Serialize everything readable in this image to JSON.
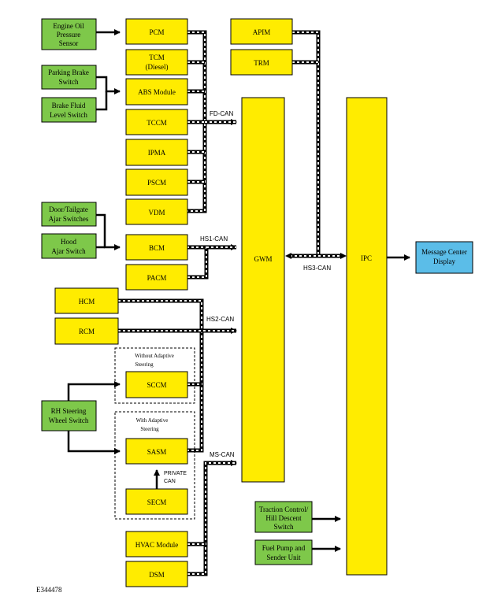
{
  "modules": {
    "engine_oil": [
      "Engine Oil",
      "Pressure",
      "Sensor"
    ],
    "pcm": "PCM",
    "tcm": [
      "TCM",
      "(Diesel)"
    ],
    "parking_brake": [
      "Parking Brake",
      "Switch"
    ],
    "brake_fluid": [
      "Brake Fluid",
      "Level Switch"
    ],
    "abs": "ABS Module",
    "tccm": "TCCM",
    "ipma": "IPMA",
    "pscm": "PSCM",
    "vdm": "VDM",
    "apim": "APIM",
    "trm": "TRM",
    "door_tailgate": [
      "Door/Tailgate",
      "Ajar Switches"
    ],
    "hood": [
      "Hood",
      "Ajar Switch"
    ],
    "bcm": "BCM",
    "pacm": "PACM",
    "gwm": "GWM",
    "ipc": "IPC",
    "message_center": [
      "Message Center",
      "Display"
    ],
    "hcm": "HCM",
    "rcm": "RCM",
    "sccm": "SCCM",
    "rh_steering": [
      "RH Steering",
      "Wheel Switch"
    ],
    "sasm": "SASM",
    "secm": "SECM",
    "hvac": "HVAC Module",
    "dsm": "DSM",
    "traction": [
      "Traction Control/",
      "Hill Descent",
      "Switch"
    ],
    "fuel_pump": [
      "Fuel Pump and",
      "Sender Unit"
    ]
  },
  "groups": {
    "without_adaptive": [
      "Without Adaptive",
      "Steering"
    ],
    "with_adaptive": [
      "With Adaptive",
      "Steering"
    ]
  },
  "networks": {
    "fd_can": "FD-CAN",
    "hs1_can": "HS1-CAN",
    "hs2_can": "HS2-CAN",
    "hs3_can": "HS3-CAN",
    "ms_can": "MS-CAN",
    "private_can": [
      "PRIVATE",
      "CAN"
    ]
  },
  "figure_id": "E344478",
  "colors": {
    "module_fill": "#ffec00",
    "sensor_fill": "#7ec84a",
    "display_fill": "#5bbde8",
    "line": "#000000"
  }
}
